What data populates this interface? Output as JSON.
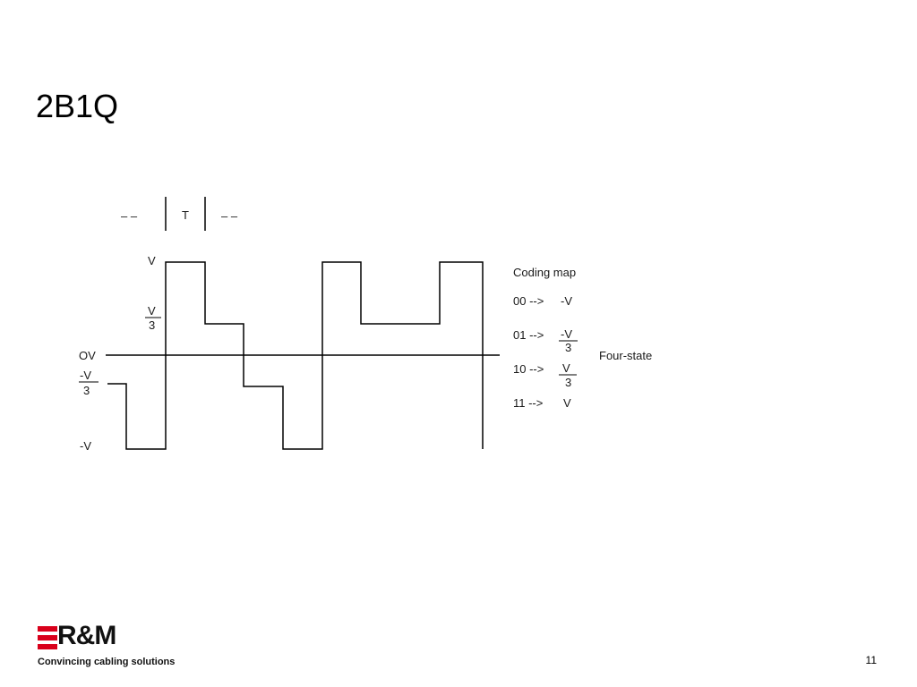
{
  "slide": {
    "title": "2B1Q",
    "page_number": "11"
  },
  "diagram": {
    "period": {
      "left_dash": "– –",
      "label": "T",
      "right_dash": "– –"
    },
    "y_labels": {
      "v": "V",
      "v3_num": "V",
      "v3_den": "3",
      "ov": "OV",
      "mv3_num": "-V",
      "mv3_den": "3",
      "mv": "-V"
    },
    "coding_map": {
      "title": "Coding map",
      "rows": [
        {
          "code": "00 -->",
          "value": "-V"
        },
        {
          "code": "01 -->",
          "num": "-V",
          "den": "3"
        },
        {
          "code": "10 -->",
          "num": "V",
          "den": "3"
        },
        {
          "code": "11 -->",
          "value": "V"
        }
      ],
      "state_label": "Four-state"
    },
    "signal_levels": [
      "-V/3",
      "-V",
      "V",
      "V/3",
      "-V/3",
      "-V",
      "V",
      "V/3",
      "V/3",
      "V"
    ]
  },
  "logo": {
    "word": "R&M",
    "tagline": "Convincing cabling solutions"
  }
}
